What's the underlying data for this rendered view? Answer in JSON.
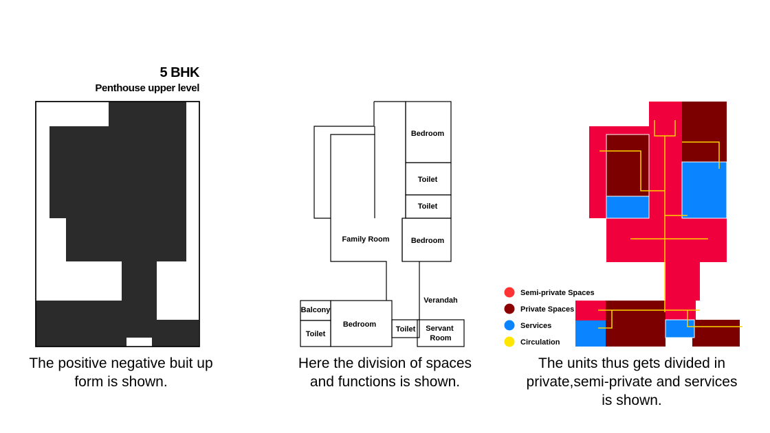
{
  "header": {
    "title": "5 BHK",
    "subtitle": "Penthouse upper level"
  },
  "captions": {
    "left": "The positive negative buit up\nform is shown.",
    "middle": "Here the division of spaces\nand functions is shown.",
    "right": "The units thus gets divided in\nprivate,semi-private and services\nis shown."
  },
  "rooms": {
    "bedroom_top": "Bedroom",
    "toilet_1": "Toilet",
    "toilet_2": "Toilet",
    "family_room": "Family Room",
    "bedroom_mid": "Bedroom",
    "verandah": "Verandah",
    "balcony": "Balcony",
    "bedroom_bottom": "Bedroom",
    "toilet_bl": "Toilet",
    "toilet_bottom": "Toilet",
    "servant_room": "Servant\nRoom"
  },
  "legend": [
    {
      "label": "Semi-private Spaces",
      "color": "#ff3333"
    },
    {
      "label": "Private Spaces",
      "color": "#8b0000"
    },
    {
      "label": "Services",
      "color": "#0a84ff"
    },
    {
      "label": "Circulation",
      "color": "#ffe600"
    }
  ],
  "colors": {
    "built_form": "#2b2b2b",
    "semi_private": "#f0003c",
    "private": "#7d0000",
    "services": "#0a84ff",
    "circulation": "#ffd400"
  }
}
